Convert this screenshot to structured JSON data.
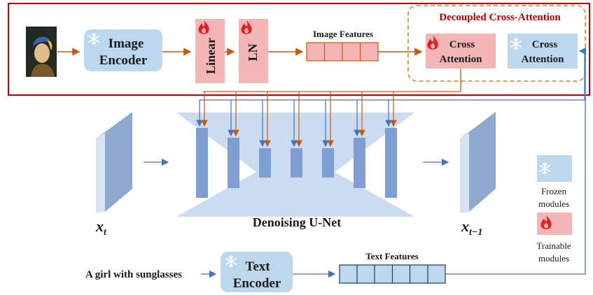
{
  "image_encoder": {
    "line1": "Image",
    "line2": "Encoder"
  },
  "linear": {
    "label": "Linear"
  },
  "ln": {
    "label": "LN"
  },
  "image_features": {
    "label": "Image Features"
  },
  "decoupled": {
    "title": "Decoupled Cross-Attention"
  },
  "cross_attention_trainable": {
    "line1": "Cross",
    "line2": "Attention"
  },
  "cross_attention_frozen": {
    "line1": "Cross",
    "line2": "Attention"
  },
  "unet": {
    "label": "Denoising U-Net"
  },
  "xt": {
    "base": "x",
    "sub": "t"
  },
  "xt1": {
    "base": "x",
    "sub": "t−1"
  },
  "text_prompt": "A girl with sunglasses",
  "text_encoder": {
    "line1": "Text",
    "line2": "Encoder"
  },
  "text_features": {
    "label": "Text Features"
  },
  "legend": {
    "frozen_line1": "Frozen",
    "frozen_line2": "modules",
    "trainable_line1": "Trainable",
    "trainable_line2": "modules"
  },
  "colors": {
    "frozen_fill": "#bdd7ee",
    "trainable_fill": "#f4b6b4",
    "red_frame": "#c00000",
    "orange_arrow": "#c55a11",
    "blue_arrow": "#4472c4",
    "unet_bg": "#c9dcf0",
    "unet_bar": "#7f9fd4"
  },
  "icons": {
    "frozen": "snowflake-icon",
    "trainable": "flame-icon"
  }
}
